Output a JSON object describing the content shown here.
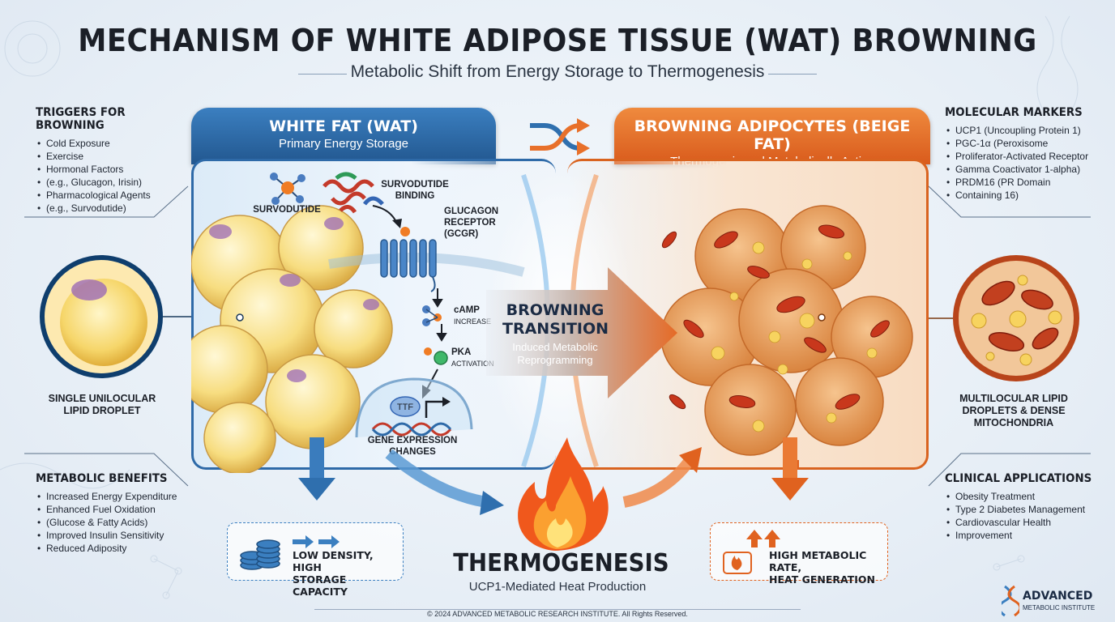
{
  "title": "MECHANISM OF WHITE ADIPOSE TISSUE (WAT) BROWNING",
  "subtitle": "Metabolic Shift from Energy Storage to Thermogenesis",
  "triggers": {
    "heading": "TRIGGERS FOR BROWNING",
    "items": [
      "Cold Exposure",
      "Exercise",
      "Hormonal Factors",
      "(e.g., Glucagon, Irisin)",
      "Pharmacological Agents",
      "(e.g., Survodutide)"
    ]
  },
  "left_callout": "SINGLE UNILOCULAR\nLIPID DROPLET",
  "metabolic_benefits": {
    "heading": "METABOLIC BENEFITS",
    "items": [
      "Increased Energy Expenditure",
      "Enhanced Fuel Oxidation",
      "(Glucose & Fatty Acids)",
      "Improved Insulin Sensitivity",
      "Reduced Adiposity"
    ]
  },
  "wat_card": {
    "title": "WHITE FAT (WAT)",
    "subtitle": "Primary Energy Storage"
  },
  "beige_card": {
    "title": "BROWNING ADIPOCYTES (BEIGE FAT)",
    "subtitle": "Thermogenic and Metabolically Active"
  },
  "pathway": {
    "survodutide": "SURVODUTIDE",
    "binding": "SURVODUTIDE\nBINDING",
    "receptor": "GLUCAGON\nRECEPTOR\n(GCGR)",
    "camp": "cAMP",
    "camp_sub": "INCREASE",
    "pka": "PKA",
    "pka_sub": "ACTIVATION",
    "ttf": "TTF",
    "gene": "GENE EXPRESSION\nCHANGES"
  },
  "transition": {
    "title": "BROWNING\nTRANSITION",
    "subtitle": "Induced Metabolic\nReprogramming"
  },
  "molecular_markers": {
    "heading": "MOLECULAR MARKERS",
    "items": [
      "UCP1 (Uncoupling Protein 1)",
      "PGC-1α (Peroxisome",
      "Proliferator-Activated Receptor",
      "Gamma Coactivator 1-alpha)",
      "PRDM16 (PR Domain",
      "Containing 16)"
    ]
  },
  "right_callout": "MULTILOCULAR LIPID\nDROPLETS & DENSE\nMITOCHONDRIA",
  "clinical": {
    "heading": "CLINICAL APPLICATIONS",
    "items": [
      "Obesity Treatment",
      "Type 2 Diabetes Management",
      "Cardiovascular Health",
      "Improvement"
    ]
  },
  "wat_box": "LOW DENSITY, HIGH\nSTORAGE CAPACITY",
  "beige_box": "HIGH METABOLIC RATE,\nHEAT GENERATION",
  "thermogenesis": {
    "title": "THERMOGENESIS",
    "subtitle": "UCP1-Mediated Heat Production"
  },
  "footer": "© 2024 ADVANCED METABOLIC RESEARCH INSTITUTE. All Rights Reserved.",
  "logo": {
    "line1": "ADVANCED",
    "line2": "METABOLIC INSTITUTE"
  },
  "colors": {
    "blue": "#2f6fae",
    "orange": "#e8702a",
    "dark": "#1b1f27"
  }
}
